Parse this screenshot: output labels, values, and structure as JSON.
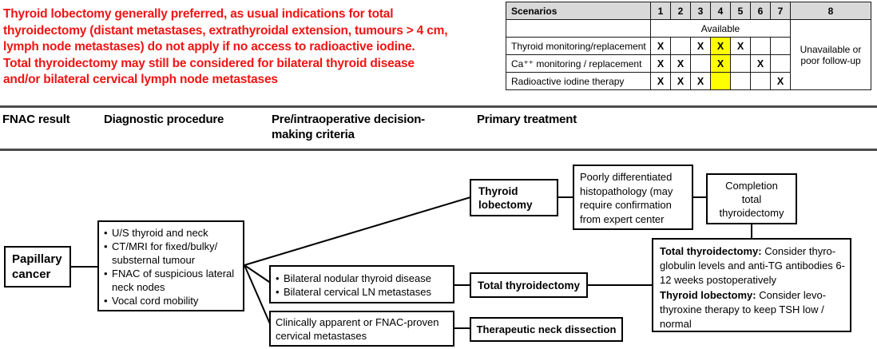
{
  "colors": {
    "note_red": "#f01414",
    "table_header_gray": "#d9d9d9",
    "highlight_yellow": "#ffff00",
    "line_black": "#000000"
  },
  "note": {
    "lines": [
      "Thyroid lobectomy generally preferred, as usual indications for total",
      "thyroidectomy (distant metastases, extrathyroidal extension, tumours > 4 cm,",
      "lymph node metastases) do not apply if no access to radioactive iodine.",
      "Total thyroidectomy may still be considered for bilateral thyroid disease",
      "and/or bilateral cervical lymph node metastases"
    ]
  },
  "scenario_table": {
    "header": [
      "Scenarios",
      "1",
      "2",
      "3",
      "4",
      "5",
      "6",
      "7",
      "8"
    ],
    "available_label": "Available",
    "unavailable_label": "Unavailable or poor follow-up",
    "rows": [
      {
        "label": "Thyroid monitoring/replacement",
        "marks": [
          "X",
          "",
          "X",
          "X",
          "X",
          "",
          ""
        ]
      },
      {
        "label": "Ca⁺⁺ monitoring / replacement",
        "marks": [
          "X",
          "X",
          "",
          "X",
          "",
          "X",
          ""
        ]
      },
      {
        "label": "Radioactive iodine therapy",
        "marks": [
          "X",
          "X",
          "X",
          "",
          "",
          "",
          "X"
        ]
      }
    ],
    "highlighted_scenario": "4"
  },
  "column_headers": {
    "fnac": "FNAC result",
    "diagnostic": "Diagnostic procedure",
    "criteria": "Pre/intraoperative decision-making criteria",
    "treatment": "Primary treatment"
  },
  "flow": {
    "papillary": "Papillary cancer",
    "diagnostic_items": [
      "U/S thyroid and neck",
      "CT/MRI for fixed/bulky/ substernal tumour",
      "FNAC of suspicious lateral neck nodes",
      "Vocal cord mobility"
    ],
    "thyroid_lobectomy": "Thyroid lobectomy",
    "poorly_differentiated": "Poorly differentiated histopathology (may require confirmation from expert center",
    "completion": "Completion total thyroidectomy",
    "bilateral_items": [
      "Bilateral nodular thyroid disease",
      "Bilateral cervical LN metastases"
    ],
    "total_thyroidectomy": "Total thyroidectomy",
    "clinically_apparent": "Clinically apparent or FNAC-proven cervical metastases",
    "therapeutic": "Therapeutic neck dissection",
    "followup": {
      "tt_label": "Total thyroidectomy:",
      "tt_text": " Consider thyro-globulin levels and anti-TG antibodies 6-12 weeks postoperatively",
      "tl_label": "Thyroid lobectomy:",
      "tl_text": " Consider levo-thyroxine therapy to keep TSH low / normal"
    }
  }
}
